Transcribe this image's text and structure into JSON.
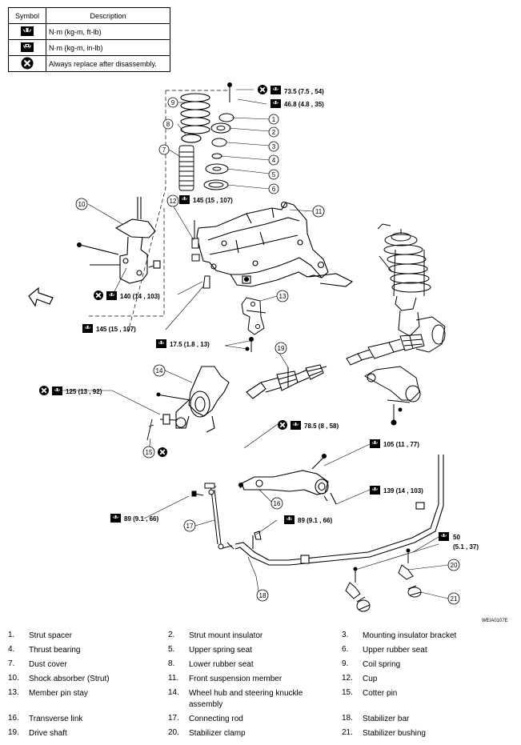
{
  "legend": {
    "header_symbol": "Symbol",
    "header_description": "Description",
    "rows": [
      {
        "icon": "torque-wrench-icon",
        "description": "N·m (kg-m, ft-lb)"
      },
      {
        "icon": "torque-wrench-small-icon",
        "description": "N·m (kg-m, in-lb)"
      },
      {
        "icon": "replace-icon",
        "description": "Always replace after disassembly."
      }
    ]
  },
  "torques": {
    "t1": "73.5 (7.5 , 54)",
    "t2": "46.8 (4.8 , 35)",
    "t3": "145 (15 , 107)",
    "t4": "140 (14 , 103)",
    "t5": "145 (15 , 107)",
    "t6": "17.5 (1.8 , 13)",
    "t7": "125 (13 , 92)",
    "t8": "78.5 (8 , 58)",
    "t9": "105 (11 , 77)",
    "t10": "139 (14 , 103)",
    "t11": "89 (9.1 , 66)",
    "t12": "89 (9.1 , 66)",
    "t13a": "50",
    "t13b": "(5.1 , 37)"
  },
  "callouts": [
    "1",
    "2",
    "3",
    "4",
    "5",
    "6",
    "7",
    "8",
    "9",
    "10",
    "11",
    "12",
    "13",
    "14",
    "15",
    "16",
    "17",
    "18",
    "19",
    "20",
    "21"
  ],
  "figure_code": "WEIA0107E",
  "parts": [
    {
      "n": "1.",
      "name": "Strut spacer"
    },
    {
      "n": "2.",
      "name": "Strut mount insulator"
    },
    {
      "n": "3.",
      "name": "Mounting insulator bracket"
    },
    {
      "n": "4.",
      "name": "Thrust bearing"
    },
    {
      "n": "5.",
      "name": "Upper spring seat"
    },
    {
      "n": "6.",
      "name": "Upper rubber seat"
    },
    {
      "n": "7.",
      "name": "Dust cover"
    },
    {
      "n": "8.",
      "name": "Lower rubber seat"
    },
    {
      "n": "9.",
      "name": "Coil spring"
    },
    {
      "n": "10.",
      "name": "Shock absorber (Strut)"
    },
    {
      "n": "11.",
      "name": "Front suspension member"
    },
    {
      "n": "12.",
      "name": "Cup"
    },
    {
      "n": "13.",
      "name": "Member pin stay"
    },
    {
      "n": "14.",
      "name": "Wheel hub and steering knuckle assembly"
    },
    {
      "n": "15.",
      "name": "Cotter pin"
    },
    {
      "n": "16.",
      "name": "Transverse link"
    },
    {
      "n": "17.",
      "name": "Connecting rod"
    },
    {
      "n": "18.",
      "name": "Stabilizer bar"
    },
    {
      "n": "19.",
      "name": "Drive shaft"
    },
    {
      "n": "20.",
      "name": "Stabilizer clamp"
    },
    {
      "n": "21.",
      "name": "Stabilizer bushing"
    }
  ]
}
